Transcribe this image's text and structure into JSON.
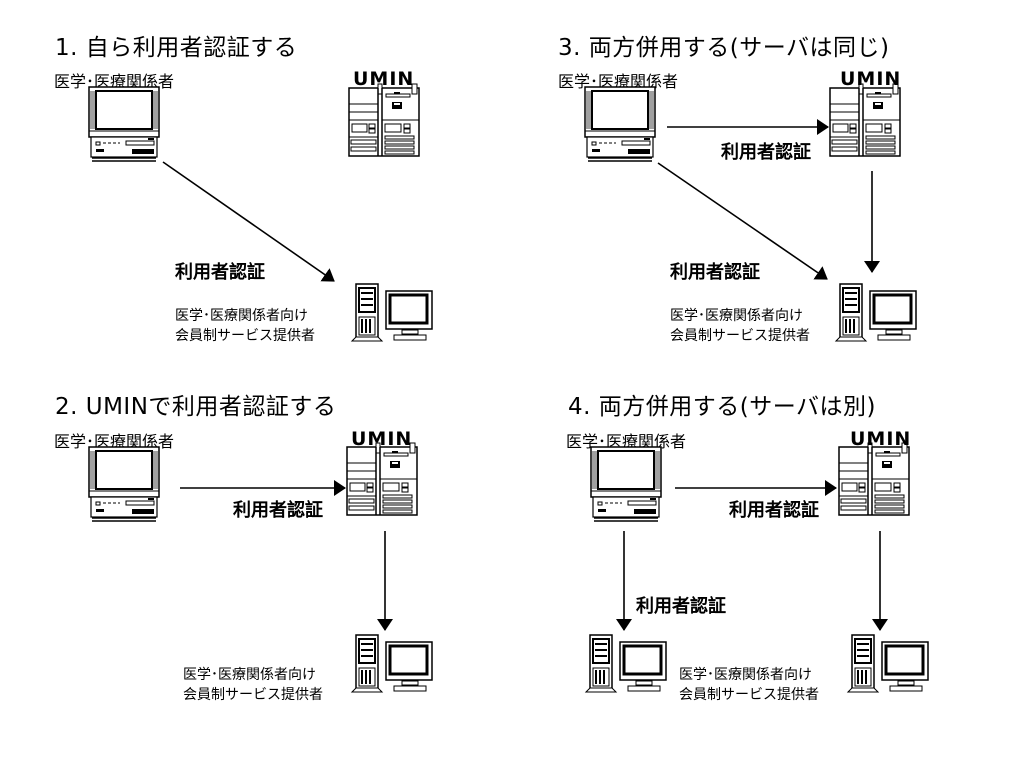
{
  "quadrants": [
    {
      "title": "1. 自ら利用者認証する",
      "user_label": "医学･医療関係者",
      "server_label": "UMIN",
      "auth_labels": [
        "利用者認証"
      ],
      "provider_label_line1": "医学･医療関係者向け",
      "provider_label_line2": "会員制サービス提供者"
    },
    {
      "title": "2. UMINで利用者認証する",
      "user_label": "医学･医療関係者",
      "server_label": "UMIN",
      "auth_labels": [
        "利用者認証"
      ],
      "provider_label_line1": "医学･医療関係者向け",
      "provider_label_line2": "会員制サービス提供者"
    },
    {
      "title": "3. 両方併用する(サーバは同じ)",
      "user_label": "医学･医療関係者",
      "server_label": "UMIN",
      "auth_labels": [
        "利用者認証",
        "利用者認証"
      ],
      "provider_label_line1": "医学･医療関係者向け",
      "provider_label_line2": "会員制サービス提供者"
    },
    {
      "title": "4. 両方併用する(サーバは別)",
      "user_label": "医学･医療関係者",
      "server_label": "UMIN",
      "auth_labels": [
        "利用者認証",
        "利用者認証"
      ],
      "provider_label_line1": "医学･医療関係者向け",
      "provider_label_line2": "会員制サービス提供者"
    }
  ],
  "icons": {
    "client": "desktop-computer-icon",
    "server": "server-rack-icon",
    "provider": "tower-pc-monitor-icon"
  },
  "colors": {
    "ink": "#000000",
    "screen_frame": "#a0a0a0",
    "background": "#ffffff"
  }
}
